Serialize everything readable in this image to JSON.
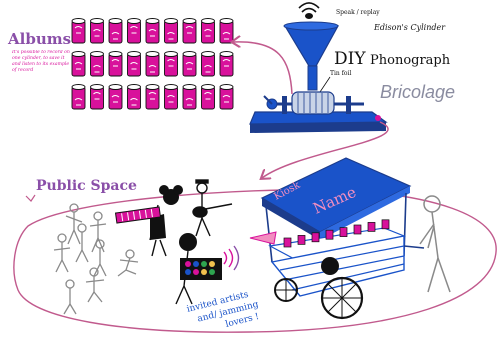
{
  "albums": {
    "title": "Albums",
    "note": "It's possible to record on one cylinder, to save it and listen to its example of record"
  },
  "phonograph": {
    "speak_replay": "Speak / replay",
    "cylinder_label": "Edison's Cylinder",
    "tin_foil": "Tin foil",
    "title_line1": "DIY",
    "title_line2": "Phonograph",
    "subtitle": "Bricolage"
  },
  "public_space": {
    "title": "Public Space"
  },
  "kiosk": {
    "label": "Kiosk",
    "name": "Name"
  },
  "caption": {
    "line1": "invited artists",
    "line2": "and/ jamming",
    "line3": "lovers !"
  },
  "colors": {
    "magenta": "#d8119b",
    "purple": "#8a4fa8",
    "blue": "#1a53c9",
    "dark_blue": "#1c3c8c",
    "black": "#111111",
    "gray": "#8a8a8a",
    "oval": "#c15a8d",
    "pink_trumpet": "#f28ec0"
  },
  "icons": [
    "speaker-icon",
    "sound-waves-icon",
    "arrow-icon"
  ]
}
